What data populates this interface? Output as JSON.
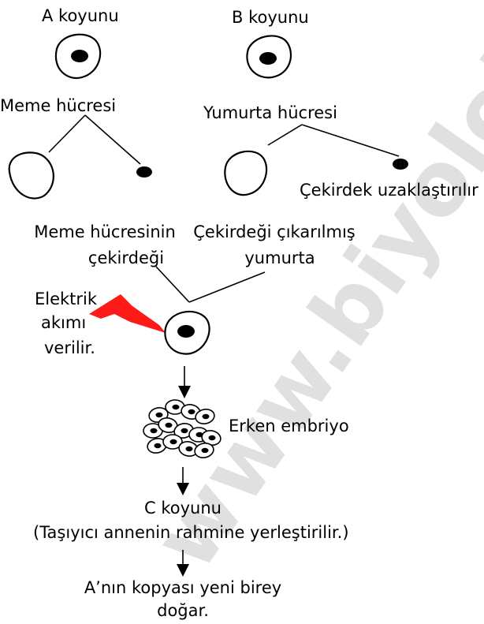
{
  "labels": {
    "sheep_a": "A koyunu",
    "sheep_b": "B koyunu",
    "mammary_cell": "Meme hücresi",
    "egg_cell": "Yumurta hücresi",
    "nucleus_removed": "Çekirdek uzaklaştırılır",
    "mammary_nucleus_line1": "Meme hücresinin",
    "mammary_nucleus_line2": "çekirdeği",
    "enucleated_egg_line1": "Çekirdeği çıkarılmış",
    "enucleated_egg_line2": "yumurta",
    "electric_line1": "Elektrik",
    "electric_line2": "akımı",
    "electric_line3": "verilir.",
    "early_embryo": "Erken embriyo",
    "sheep_c": "C koyunu",
    "surrogate": "(Taşıyıcı annenin rahmine yerleştirilir.)",
    "result_line1": "A’nın kopyası yeni birey",
    "result_line2": "doğar."
  },
  "watermark": "www.biyolojidefteri",
  "colors": {
    "lightning": "#ff1a1a",
    "watermark": "#c8c8c8"
  }
}
